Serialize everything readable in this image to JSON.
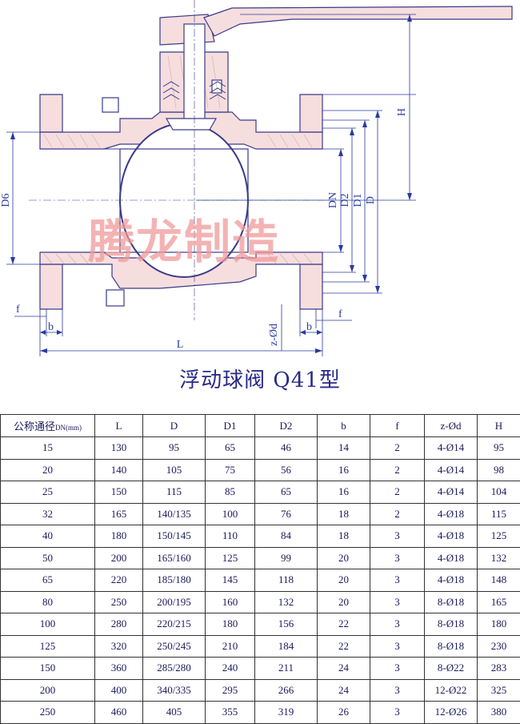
{
  "watermark": "腾龙制造",
  "title": "浮动球阀  Q41型",
  "dimension_labels": {
    "H": "H",
    "D6": "D6",
    "DN": "DN",
    "D2": "D2",
    "D1": "D1",
    "D": "D",
    "f_left": "f",
    "b_left": "b",
    "L": "L",
    "zd": "z-Ød",
    "b_right": "b",
    "f_right": "f"
  },
  "colors": {
    "body_fill": "#f6dede",
    "line": "#3a3a8a",
    "dim": "#2a3aa0",
    "watermark": "#f19a9a"
  },
  "table": {
    "header": {
      "dn_main": "公称通径",
      "dn_unit": "DN(mm)",
      "cols": [
        "L",
        "D",
        "D1",
        "D2",
        "b",
        "f",
        "z-Ød",
        "H"
      ]
    },
    "rows": [
      [
        "15",
        "130",
        "95",
        "65",
        "46",
        "14",
        "2",
        "4-Ø14",
        "95"
      ],
      [
        "20",
        "140",
        "105",
        "75",
        "56",
        "16",
        "2",
        "4-Ø14",
        "98"
      ],
      [
        "25",
        "150",
        "115",
        "85",
        "65",
        "16",
        "2",
        "4-Ø14",
        "104"
      ],
      [
        "32",
        "165",
        "140/135",
        "100",
        "76",
        "18",
        "2",
        "4-Ø18",
        "115"
      ],
      [
        "40",
        "180",
        "150/145",
        "110",
        "84",
        "18",
        "3",
        "4-Ø18",
        "125"
      ],
      [
        "50",
        "200",
        "165/160",
        "125",
        "99",
        "20",
        "3",
        "4-Ø18",
        "132"
      ],
      [
        "65",
        "220",
        "185/180",
        "145",
        "118",
        "20",
        "3",
        "4-Ø18",
        "148"
      ],
      [
        "80",
        "250",
        "200/195",
        "160",
        "132",
        "20",
        "3",
        "8-Ø18",
        "165"
      ],
      [
        "100",
        "280",
        "220/215",
        "180",
        "156",
        "22",
        "3",
        "8-Ø18",
        "180"
      ],
      [
        "125",
        "320",
        "250/245",
        "210",
        "184",
        "22",
        "3",
        "8-Ø18",
        "230"
      ],
      [
        "150",
        "360",
        "285/280",
        "240",
        "211",
        "24",
        "3",
        "8-Ø22",
        "283"
      ],
      [
        "200",
        "400",
        "340/335",
        "295",
        "266",
        "24",
        "3",
        "12-Ø22",
        "325"
      ],
      [
        "250",
        "460",
        "405",
        "355",
        "319",
        "26",
        "3",
        "12-Ø26",
        "380"
      ]
    ]
  }
}
